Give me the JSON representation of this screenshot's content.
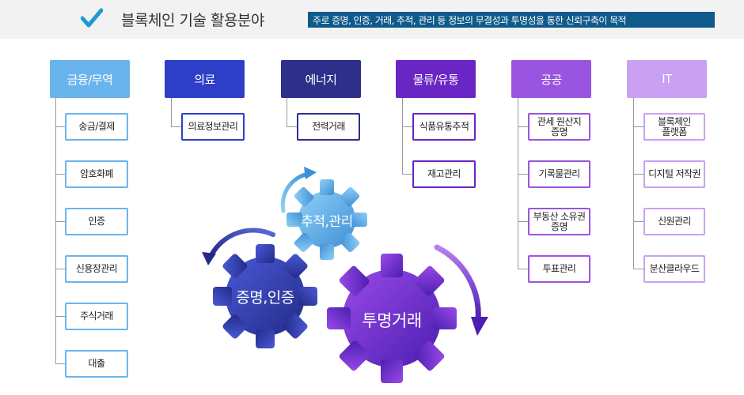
{
  "header": {
    "title": "블록체인 기술 활용분야",
    "subtitle": "주로 증명, 인증, 거래, 추적, 관리 등 정보의 무결성과 투명성을 통한 신뢰구축이 목적"
  },
  "categories": [
    {
      "label": "금융/무역",
      "color": "#6ab4ee",
      "items": [
        "송금/결제",
        "암호화폐",
        "인증",
        "신용장관리",
        "주식거래",
        "대출"
      ]
    },
    {
      "label": "의료",
      "color": "#2d3fc7",
      "items": [
        "의료정보관리"
      ]
    },
    {
      "label": "에너지",
      "color": "#2d2f8a",
      "items": [
        "전력거래"
      ]
    },
    {
      "label": "물류/유통",
      "color": "#6a25c5",
      "items": [
        "식품유통추적",
        "재고관리"
      ]
    },
    {
      "label": "공공",
      "color": "#9a55e0",
      "items": [
        "관세 원산지\n증명",
        "기록물관리",
        "부동산 소유권\n증명",
        "투표관리"
      ]
    },
    {
      "label": "IT",
      "color": "#c9a0f2",
      "items": [
        "블록체인\n플랫폼",
        "디지털 저작권",
        "신원관리",
        "분산클라우드"
      ]
    }
  ],
  "gears": {
    "tracking": "추적,관리",
    "certification": "증명,인증",
    "transparency": "투명거래"
  },
  "colors": {
    "connector": "#9a9a9a",
    "check": "#1a9ad6"
  }
}
